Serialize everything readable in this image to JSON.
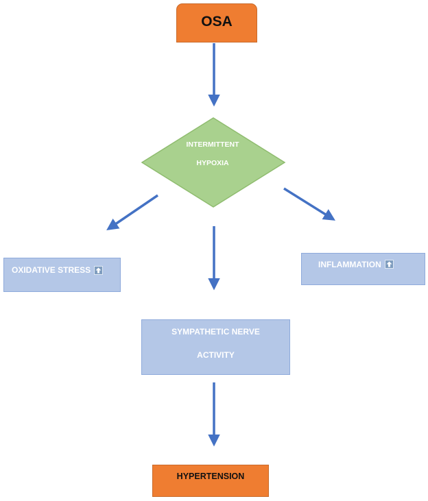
{
  "nodes": {
    "osa": "OSA",
    "intermittent_hypoxia": [
      "INTERMITTENT",
      "HYPOXIA"
    ],
    "oxidative_stress": "OXIDATIVE STRESS",
    "inflammation": "INFLAMMATION",
    "sympathetic_nerve_activity": [
      "SYMPATHETIC NERVE",
      "ACTIVITY"
    ],
    "hypertension": "HYPERTENSION"
  },
  "icons": {
    "increase_indicator": "up-arrow-icon"
  },
  "colors": {
    "orange_box": "#ef7d31",
    "green_diamond": "#a9d18e",
    "blue_box": "#b4c7e7",
    "arrow": "#4472c4"
  }
}
